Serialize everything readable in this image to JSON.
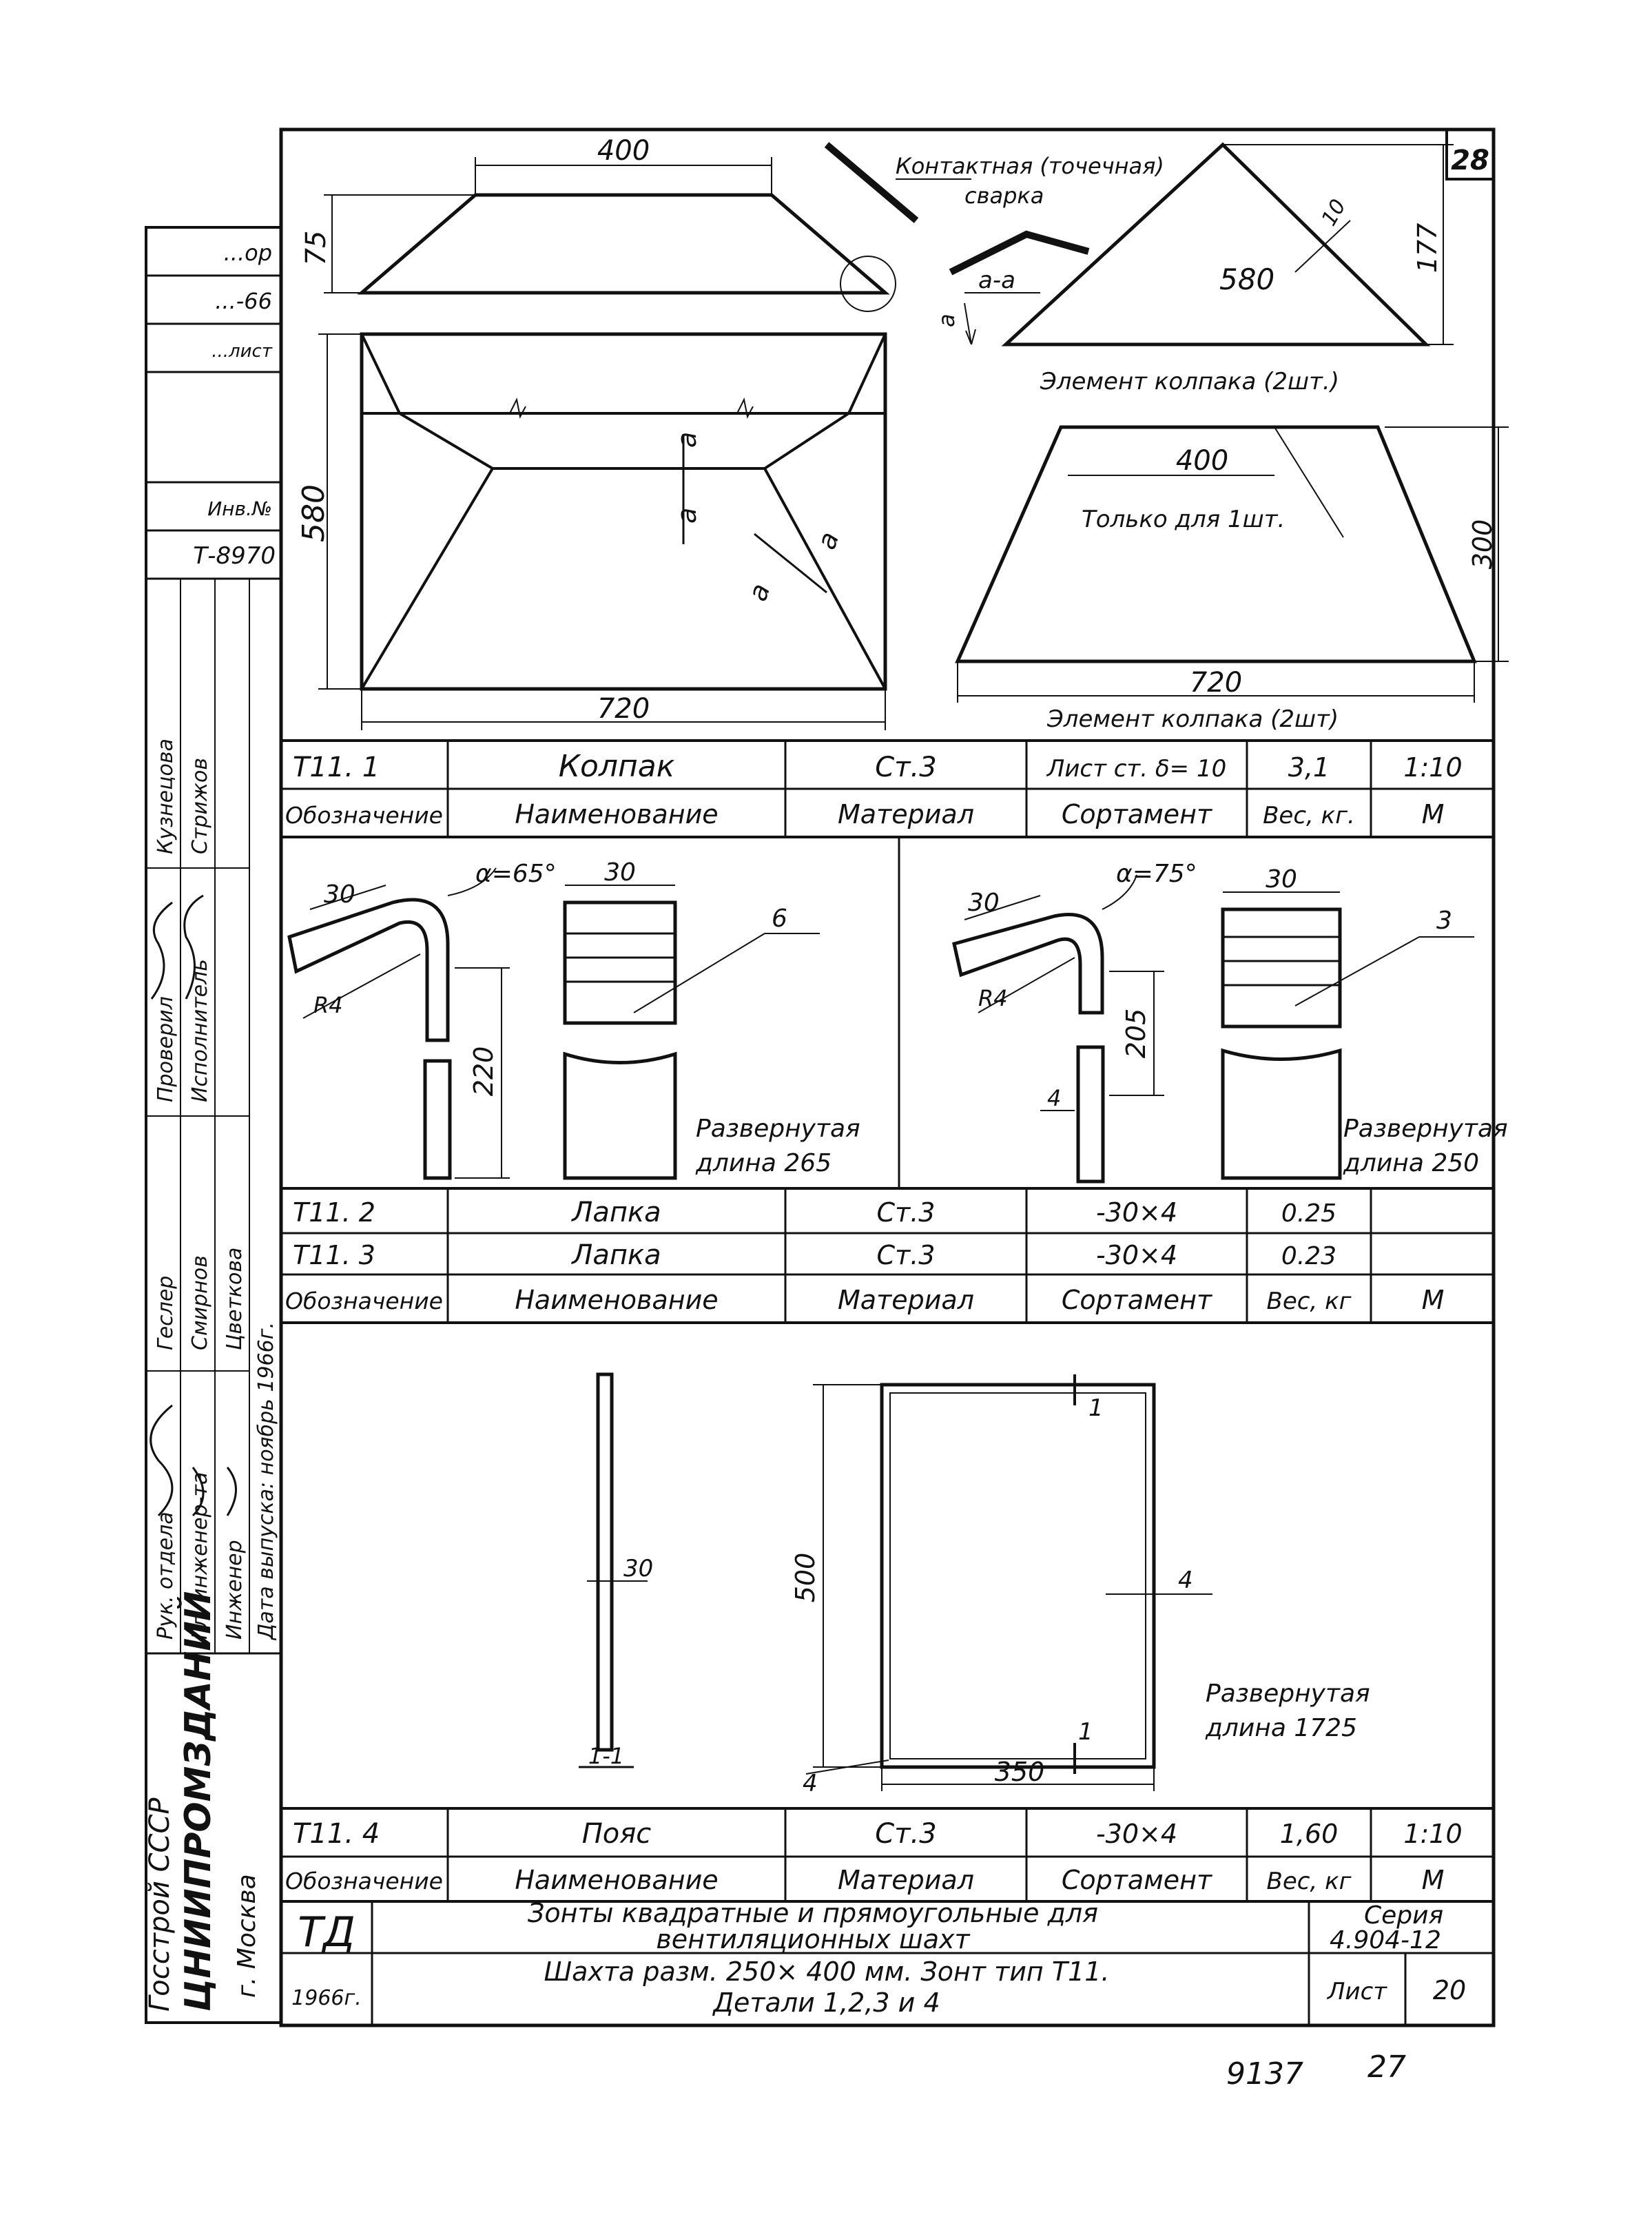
{
  "sheet_number": "28",
  "drawing_number": "9137",
  "page_mark": "27",
  "stamp": {
    "org_line1": "Госстрой СССР",
    "org_line2": "ЦНИИПРОМЗДАНИЙ",
    "city": "г. Москва",
    "side_fields": [
      "...ор",
      "...-66",
      "...лист",
      "Инв.№",
      "Т-8970"
    ],
    "roles": [
      "Рук. отдела",
      "Гл. инженер-та",
      "Инженер",
      "Проверил",
      "Исполнитель"
    ],
    "names": [
      "Геслер",
      "Смирнов",
      "Цветкова",
      "Кузнецова",
      "Стрижов"
    ],
    "release_date": "Дата выпуска: ноябрь 1966г."
  },
  "detail1": {
    "dims": {
      "top": "400",
      "height": "75",
      "length": "720",
      "width": "580",
      "side": "10",
      "el_height": "177",
      "el_base": "580",
      "el_top": "400",
      "el_slant": "300",
      "el_base2": "720"
    },
    "weld_label_1": "Контактная (точечная)",
    "weld_label_2": "сварка",
    "section_label": "а-а",
    "section_mark": "а",
    "element_label_1": "Элемент колпака (2шт.)",
    "element_label_2": "Элемент колпака (2шт)",
    "only_one_label": "Только для 1шт."
  },
  "table1": {
    "row": [
      "Т11. 1",
      "Колпак",
      "Ст.3",
      "Лист ст. δ= 10",
      "3,1",
      "1:10"
    ],
    "header": [
      "Обозначение",
      "Наименование",
      "Материал",
      "Сортамент",
      "Вес, кг.",
      "М"
    ]
  },
  "detail2": {
    "left": {
      "dim30a": "30",
      "angle": "α=65°",
      "radius": "R4",
      "dim30b": "30",
      "height": "220",
      "callout": "6",
      "unfold_1": "Развернутая",
      "unfold_2": "длина 265"
    },
    "right": {
      "dim30a": "30",
      "angle": "α=75°",
      "radius": "R4",
      "dim30b": "30",
      "height": "205",
      "thick": "4",
      "callout": "3",
      "unfold_1": "Развернутая",
      "unfold_2": "длина 250"
    }
  },
  "table2": {
    "rows": [
      [
        "Т11. 2",
        "Лапка",
        "Ст.3",
        "-30×4",
        "0.25",
        ""
      ],
      [
        "Т11. 3",
        "Лапка",
        "Ст.3",
        "-30×4",
        "0.23",
        ""
      ]
    ],
    "header": [
      "Обозначение",
      "Наименование",
      "Материал",
      "Сортамент",
      "Вес, кг",
      "М"
    ]
  },
  "detail3": {
    "dim30": "30",
    "section": "1-1",
    "height": "500",
    "width": "350",
    "thick": "4",
    "thick2": "4",
    "cut_mark": "1",
    "unfold_1": "Развернутая",
    "unfold_2": "длина 1725"
  },
  "table3": {
    "row": [
      "Т11. 4",
      "Пояс",
      "Ст.3",
      "-30×4",
      "1,60",
      "1:10"
    ],
    "header": [
      "Обозначение",
      "Наименование",
      "Материал",
      "Сортамент",
      "Вес, кг",
      "М"
    ]
  },
  "title_block": {
    "td": "ТД",
    "year": "1966г.",
    "title_1": "Зонты квадратные и прямоугольные для",
    "title_2": "вентиляционных шахт",
    "subtitle_1": "Шахта разм. 250× 400 мм. Зонт тип Т11.",
    "subtitle_2": "Детали 1,2,3 и 4",
    "series_label": "Серия",
    "series_value": "4.904-12",
    "sheet_label": "Лист",
    "sheet_value": "20"
  }
}
